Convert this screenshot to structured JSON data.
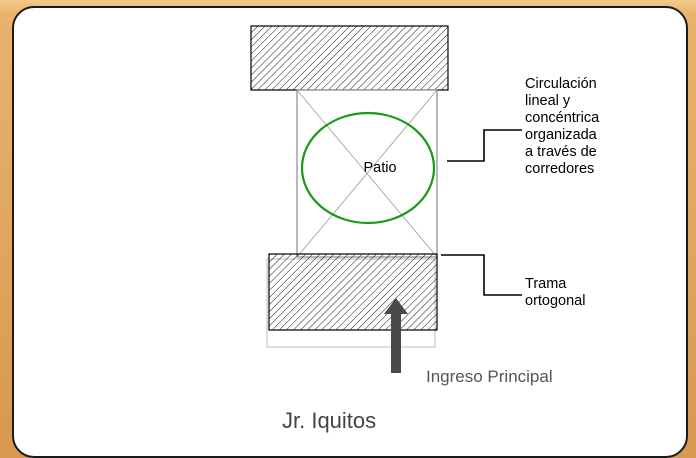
{
  "diagram": {
    "patio_label": "Patio",
    "circulation_note": [
      "Circulación",
      "lineal y",
      "concéntrica",
      "organizada",
      "a través de",
      "corredores"
    ],
    "grid_note": [
      "Trama",
      "ortogonal"
    ],
    "entrance_label": "Ingreso Principal",
    "street_label": "Jr. Iquitos",
    "colors": {
      "patio_circle": "#1a9a1a",
      "entrance_arrow": "#4a4a4a",
      "hatch": "#000000",
      "background": "#e9b36e"
    }
  }
}
